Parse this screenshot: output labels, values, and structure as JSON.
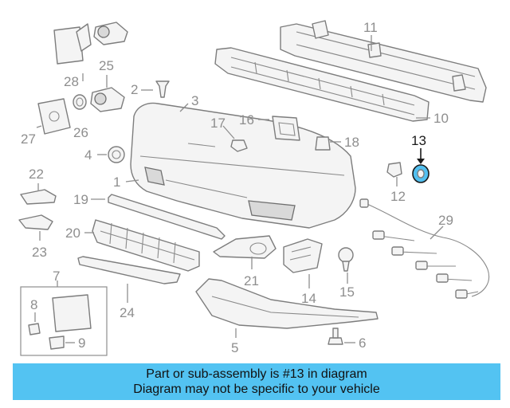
{
  "diagram": {
    "highlighted_callout": "13",
    "highlight_color": "#52C0F0",
    "callouts": {
      "c1": "1",
      "c2": "2",
      "c3": "3",
      "c4": "4",
      "c5": "5",
      "c6": "6",
      "c7": "7",
      "c8": "8",
      "c9": "9",
      "c10": "10",
      "c11": "11",
      "c12": "12",
      "c13": "13",
      "c14": "14",
      "c15": "15",
      "c16": "16",
      "c17": "17",
      "c18": "18",
      "c19": "19",
      "c20": "20",
      "c21": "21",
      "c22": "22",
      "c23": "23",
      "c24": "24",
      "c25": "25",
      "c26": "26",
      "c27": "27",
      "c28": "28",
      "c29": "29"
    }
  },
  "banner": {
    "line1": "Part or sub-assembly is #13 in diagram",
    "line2": "Diagram may not be specific to your vehicle",
    "color": "#53C3F2"
  }
}
